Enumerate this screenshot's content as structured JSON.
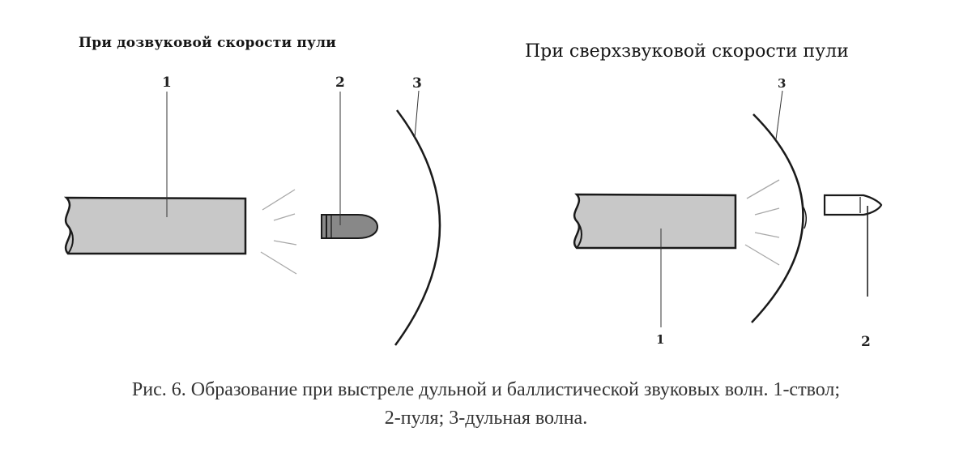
{
  "titles": {
    "subsonic": "При дозвуковой скорости пули",
    "supersonic": "При сверхзвуковой  скорости пули"
  },
  "labels": {
    "left": {
      "barrel": "1",
      "bullet": "2",
      "wave": "3"
    },
    "right": {
      "barrel": "1",
      "bullet": "2",
      "wave": "3"
    }
  },
  "caption": {
    "line1": "Рис. 6. Образование при выстреле дульной и баллистической  звуковых волн. 1-ствол;",
    "line2": "2-пуля; 3-дульная волна."
  },
  "colors": {
    "barrel_fill": "#c8c8c8",
    "bullet_fill": "#888888",
    "outline": "#1a1a1a",
    "blast_lines": "#a8a8a8"
  }
}
